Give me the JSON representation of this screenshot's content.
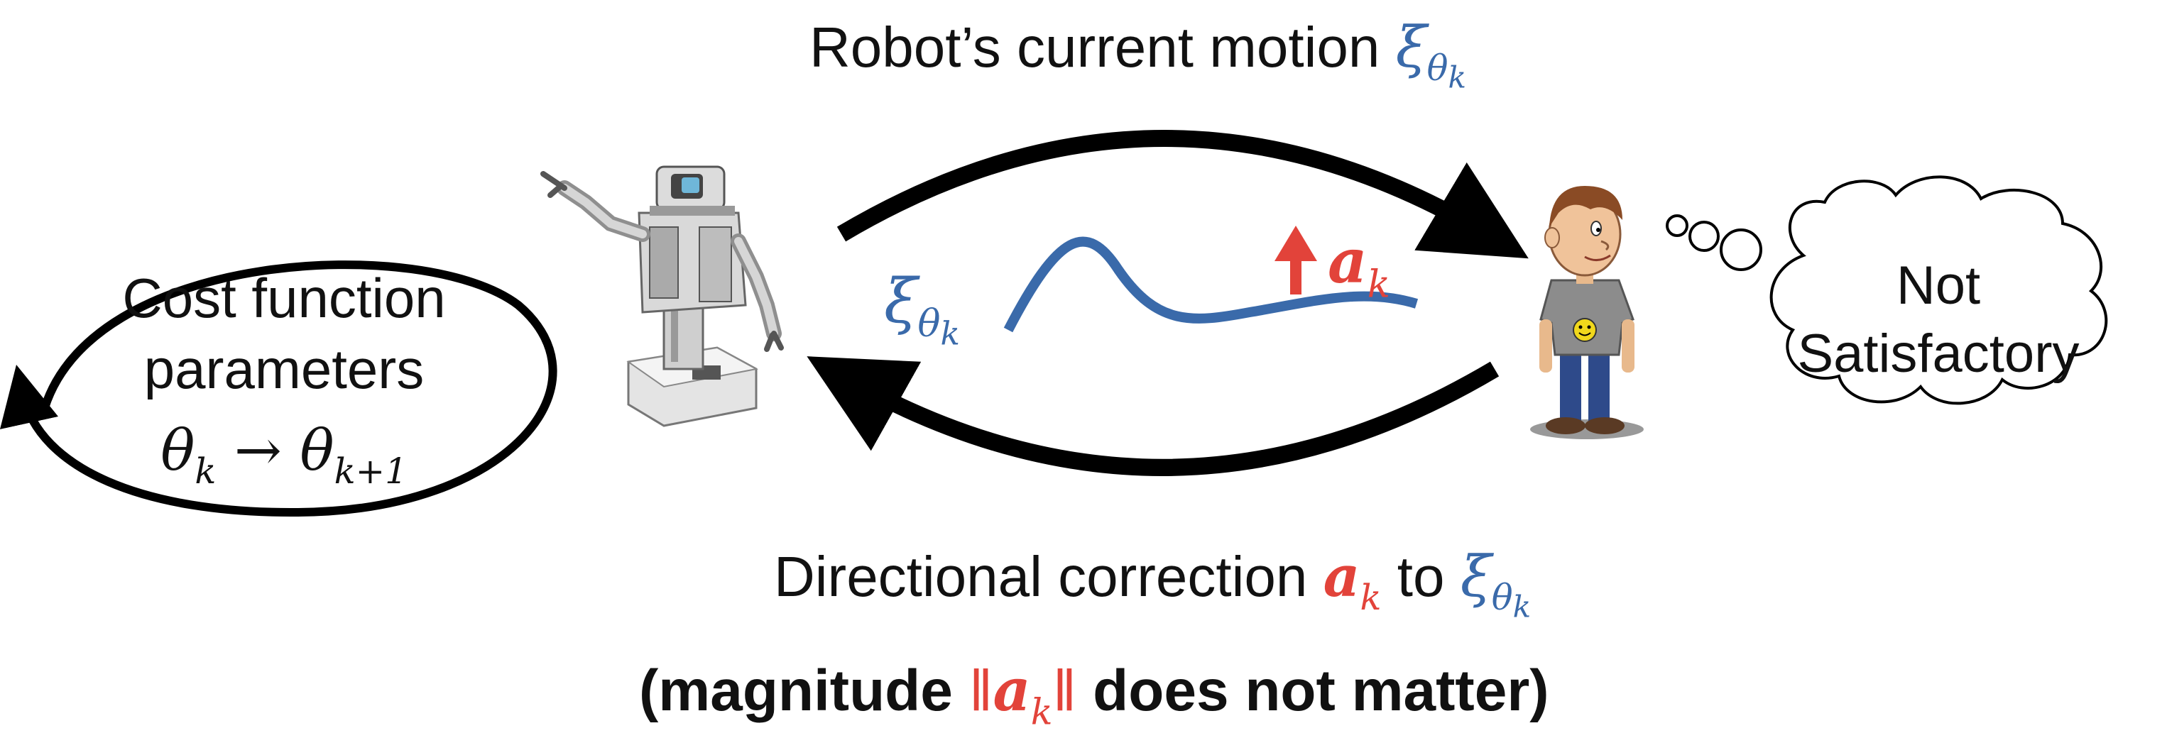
{
  "top_label": {
    "text": "Robot’s current motion",
    "symbol": "ξ",
    "sub": "θ",
    "subsub": "k"
  },
  "loop": {
    "line1": "Cost function",
    "line2": "parameters",
    "theta": "θ",
    "k": "k",
    "arrow": "→",
    "k_plus": "k+1"
  },
  "trajectory_label": {
    "symbol": "ξ",
    "sub": "θ",
    "subsub": "k"
  },
  "correction_label": {
    "symbol": "a",
    "sub": "k"
  },
  "thought": {
    "line1": "Not",
    "line2": "Satisfactory"
  },
  "bottom_caption": {
    "text": "Directional correction",
    "a": "a",
    "k": "k",
    "to": "to",
    "xi": "ξ",
    "theta": "θ",
    "subk": "k"
  },
  "note": {
    "open": "(magnitude",
    "norm_left": "‖",
    "a": "a",
    "k": "k",
    "norm_right": "‖",
    "close": "does not matter)"
  },
  "colors": {
    "trajectory": "#3a6aaa",
    "correction": "#e2433a",
    "arrows": "#000000"
  }
}
